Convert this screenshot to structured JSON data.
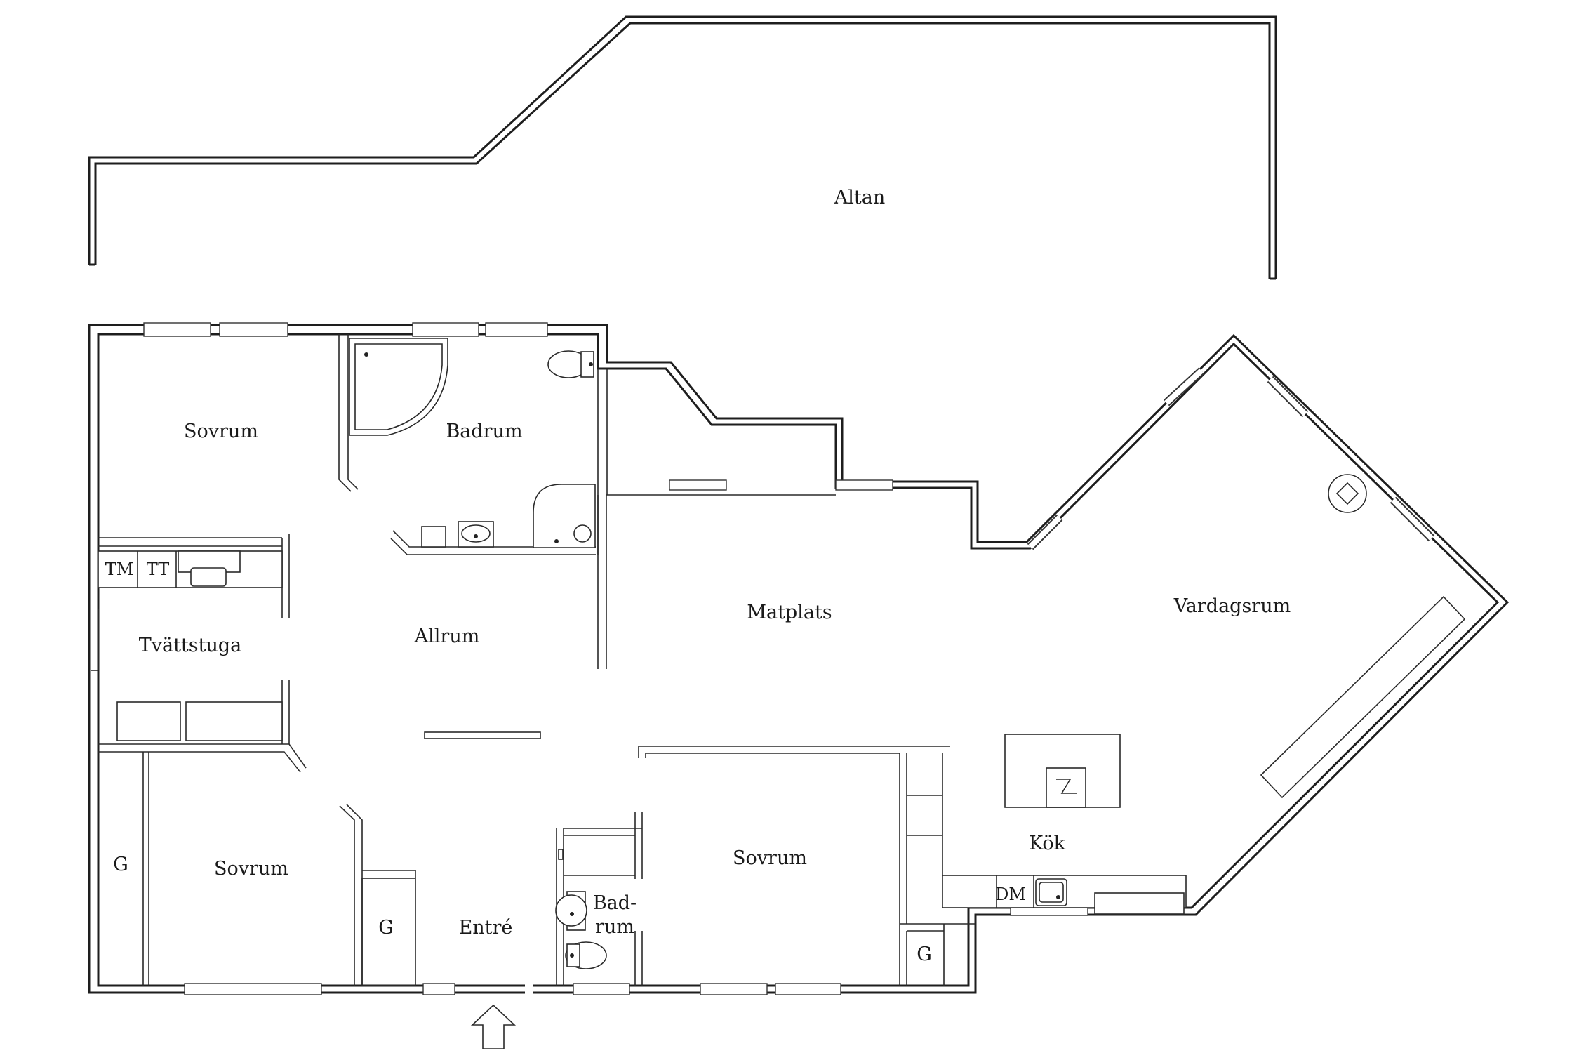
{
  "rooms": {
    "altan": "Altan",
    "sovrum_nw": "Sovrum",
    "badrum_main": "Badrum",
    "tm": "TM",
    "tt": "TT",
    "tvattstuga": "Tvättstuga",
    "allrum": "Allrum",
    "matplats": "Matplats",
    "vardagsrum": "Vardagsrum",
    "g_west": "G",
    "sovrum_sw": "Sovrum",
    "g_entre": "G",
    "entre": "Entré",
    "badrum_small_line1": "Bad-",
    "badrum_small_line2": "rum",
    "sovrum_s": "Sovrum",
    "kok": "Kök",
    "dm": "DM",
    "g_kok": "G"
  },
  "icons": {
    "entrance": "entrance-arrow-icon"
  },
  "colors": {
    "line": "#1e1e1e",
    "background": "#ffffff"
  }
}
